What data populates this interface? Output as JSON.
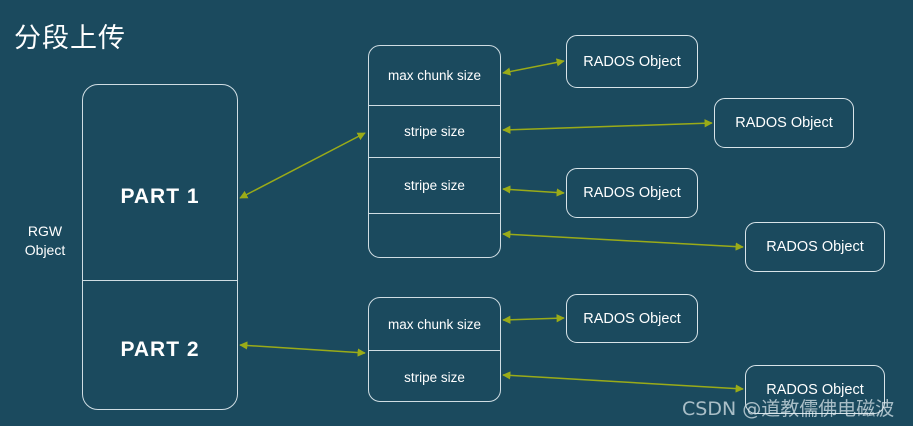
{
  "slide": {
    "title": "分段上传",
    "background_color": "#1b4a5e",
    "outline_color": "#cfdde3",
    "arrow_color": "#9aab18",
    "text_color": "#ffffff"
  },
  "rgw_object": {
    "label": "RGW\nObject",
    "label_line_1": "RGW",
    "label_line_2": "Object",
    "parts": [
      {
        "label": "PART 1"
      },
      {
        "label": "PART 2"
      }
    ]
  },
  "chunk_boxes": [
    {
      "name": "part-1-chunks",
      "rows": [
        {
          "label": "max chunk size"
        },
        {
          "label": "stripe size"
        },
        {
          "label": "stripe size"
        },
        {
          "label": ""
        }
      ]
    },
    {
      "name": "part-2-chunks",
      "rows": [
        {
          "label": "max chunk size"
        },
        {
          "label": "stripe size"
        }
      ]
    }
  ],
  "rados_objects": [
    {
      "label": "RADOS Object"
    },
    {
      "label": "RADOS Object"
    },
    {
      "label": "RADOS Object"
    },
    {
      "label": "RADOS Object"
    },
    {
      "label": "RADOS Object"
    },
    {
      "label": "RADOS Object"
    }
  ],
  "watermark": {
    "text": "CSDN @道教儒佛电磁波"
  }
}
